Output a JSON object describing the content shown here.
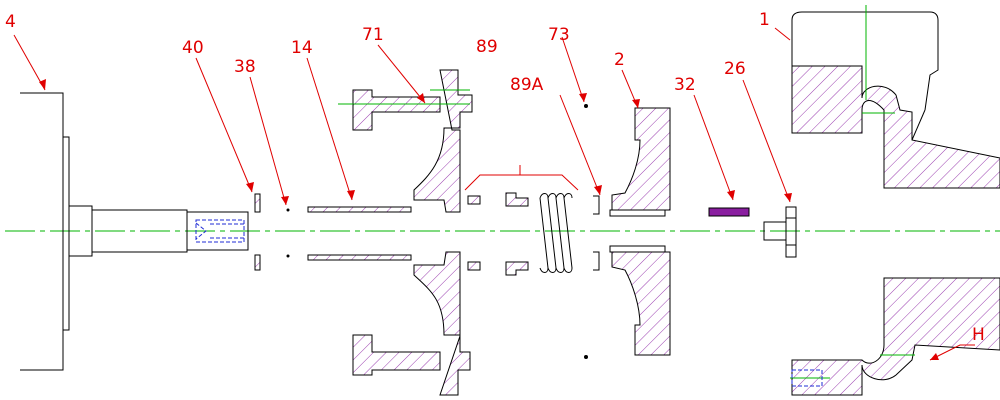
{
  "colors": {
    "outline": "#000000",
    "hatch": "#9b3fb0",
    "centerline": "#00b400",
    "hidden": "#1f2bd6",
    "leader": "#e00000",
    "label": "#e00000",
    "pin": "#8a1ea0"
  },
  "labels": {
    "p4": "4",
    "p40": "40",
    "p38": "38",
    "p14": "14",
    "p71": "71",
    "p89": "89",
    "p73": "73",
    "p89a": "89A",
    "p2": "2",
    "p32": "32",
    "p26": "26",
    "p1": "1",
    "ph": "H"
  }
}
